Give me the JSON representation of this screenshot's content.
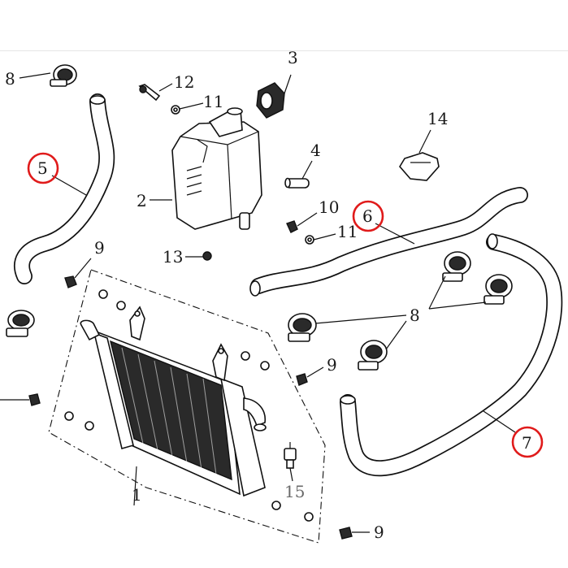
{
  "parts": {
    "p1": "1",
    "p2": "2",
    "p3": "3",
    "p4": "4",
    "p5": "5",
    "p6": "6",
    "p7": "7",
    "p8": "8",
    "p9": "9",
    "p10": "10",
    "p11": "11",
    "p12": "12",
    "p13": "13",
    "p14": "14",
    "p15": "15"
  },
  "highlight_color": "#e01b1b",
  "highlighted_parts": [
    "5",
    "6",
    "7"
  ]
}
